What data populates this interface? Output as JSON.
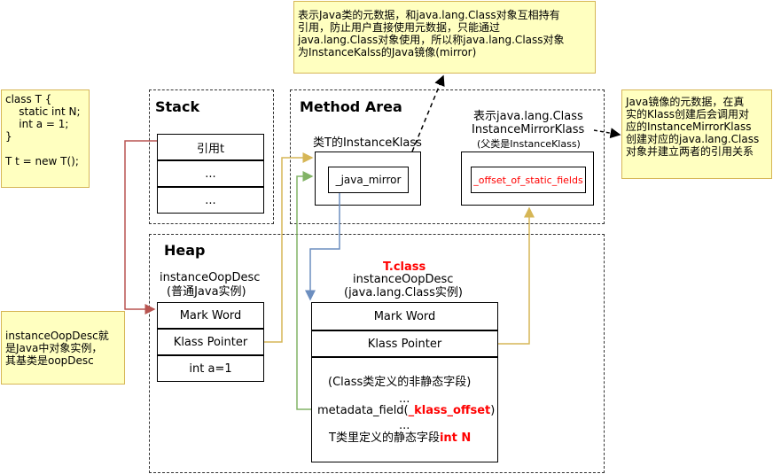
{
  "notes": {
    "class_code": "class T {\n    static int N;\n    int a = 1;\n}\n\nT t = new T();",
    "mirror_desc": "表示Java类的元数据，和java.lang.Class对象互相持有\n引用，防止用户直接使用元数据，只能通过\njava.lang.Class对象使用，所以称java.lang.Class对象\n为InstanceKalss的Java镜像(mirror)",
    "mirror_klass_desc": "Java镜像的元数据，在真\n实的Klass创建后会调用对\n应的InstanceMirrorKlass\n创建对应的java.lang.Class\n对象并建立两者的引用关系",
    "oop_desc": "instanceOopDesc就\n是Java中对象实例，\n其基类是oopDesc"
  },
  "stack": {
    "title": "Stack",
    "cells": [
      "引用t",
      "...",
      "..."
    ]
  },
  "method_area": {
    "title": "Method Area",
    "instance_klass_label": "类T的InstanceKlass",
    "java_mirror": "_java_mirror",
    "mirror_klass_line1": "表示java.lang.Class",
    "mirror_klass_line2": "InstanceMirrorKlass",
    "mirror_klass_line3": "(父类是InstanceKlass)",
    "offset_field": "_offset_of_static_fields"
  },
  "heap": {
    "title": "Heap",
    "obj_label_line1": "instanceOopDesc",
    "obj_label_line2": "(普通Java实例)",
    "obj_cells": [
      "Mark Word",
      "Klass Pointer",
      "int a=1"
    ],
    "class_obj_title": "T.class",
    "class_obj_line1": "instanceOopDesc",
    "class_obj_line2": "(java.lang.Class实例)",
    "class_cells": [
      "Mark Word",
      "Klass Pointer"
    ],
    "class_body_line1": "(Class类定义的非静态字段)",
    "class_body_dots1": "...",
    "class_body_field_prefix": "metadata_field(",
    "class_body_field_red": "_klass_offset",
    "class_body_field_suffix": ")",
    "class_body_dots2": "...",
    "class_body_static_prefix": "T类里定义的静态字段",
    "class_body_static_red": "int N"
  },
  "colors": {
    "note_fill": "#ffffc0",
    "note_border": "#d6b656",
    "arrow_red": "#b85450",
    "arrow_gold": "#d6b656",
    "arrow_green": "#82b366",
    "arrow_blue": "#6c8ebf",
    "highlight_red": "#ff0000"
  }
}
